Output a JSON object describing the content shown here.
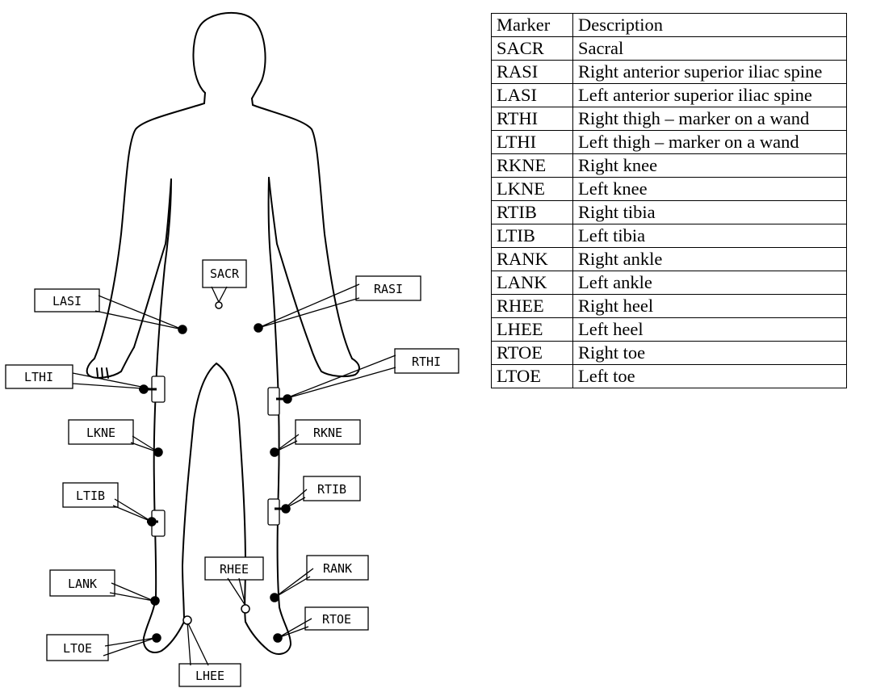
{
  "figure": {
    "labels": {
      "SACR": "SACR",
      "LASI": "LASI",
      "RASI": "RASI",
      "LTHI": "LTHI",
      "RTHI": "RTHI",
      "LKNE": "LKNE",
      "RKNE": "RKNE",
      "LTIB": "LTIB",
      "RTIB": "RTIB",
      "LANK": "LANK",
      "RANK": "RANK",
      "RHEE": "RHEE",
      "LHEE": "LHEE",
      "LTOE": "LTOE",
      "RTOE": "RTOE"
    }
  },
  "table": {
    "headers": {
      "marker": "Marker",
      "description": "Description"
    },
    "rows": [
      {
        "marker": "SACR",
        "description": "Sacral"
      },
      {
        "marker": "RASI",
        "description": "Right anterior superior iliac spine"
      },
      {
        "marker": "LASI",
        "description": "Left anterior superior iliac spine"
      },
      {
        "marker": "RTHI",
        "description": "Right thigh – marker on a wand"
      },
      {
        "marker": "LTHI",
        "description": "Left thigh – marker on a wand"
      },
      {
        "marker": "RKNE",
        "description": "Right knee"
      },
      {
        "marker": "LKNE",
        "description": "Left knee"
      },
      {
        "marker": "RTIB",
        "description": "Right tibia"
      },
      {
        "marker": "LTIB",
        "description": "Left tibia"
      },
      {
        "marker": "RANK",
        "description": "Right ankle"
      },
      {
        "marker": "LANK",
        "description": "Left ankle"
      },
      {
        "marker": "RHEE",
        "description": "Right heel"
      },
      {
        "marker": "LHEE",
        "description": "Left heel"
      },
      {
        "marker": "RTOE",
        "description": "Right toe"
      },
      {
        "marker": "LTOE",
        "description": "Left toe"
      }
    ]
  }
}
